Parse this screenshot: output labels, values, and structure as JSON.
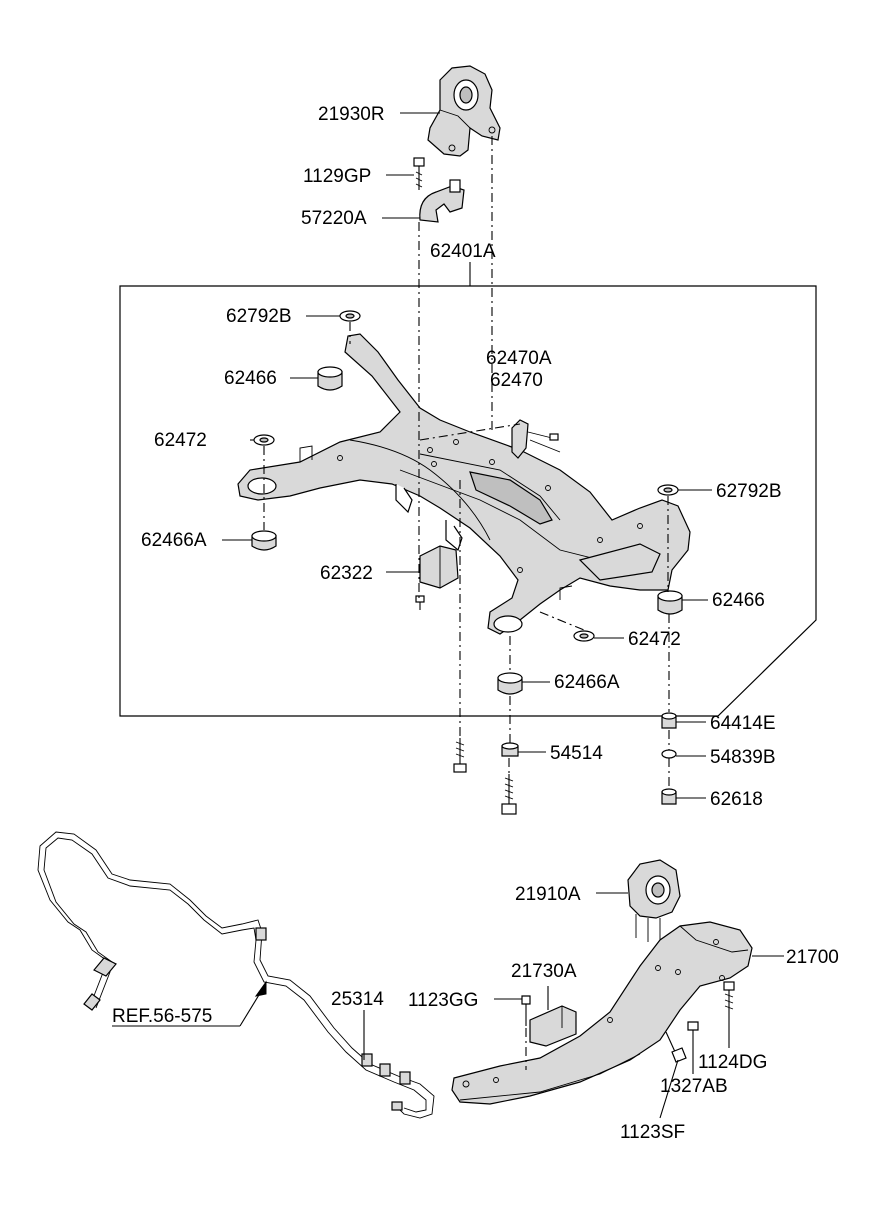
{
  "labels": {
    "l21930R": "21930R",
    "l1129GP": "1129GP",
    "l57220A": "57220A",
    "l62401A": "62401A",
    "l62792B_top": "62792B",
    "l62470A": "62470A",
    "l62470": "62470",
    "l62466_left": "62466",
    "l62472_left": "62472",
    "l62792B_right": "62792B",
    "l62466A_left": "62466A",
    "l62322": "62322",
    "l62466_right": "62466",
    "l62472_right": "62472",
    "l62466A_right": "62466A",
    "l64414E": "64414E",
    "l54514": "54514",
    "l54839B": "54839B",
    "l62618": "62618",
    "l21910A": "21910A",
    "l21700": "21700",
    "l21730A": "21730A",
    "l1123GG": "1123GG",
    "l25314": "25314",
    "lREF": "REF.56-575",
    "l1124DG": "1124DG",
    "l1327AB": "1327AB",
    "l1123SF": "1123SF"
  }
}
